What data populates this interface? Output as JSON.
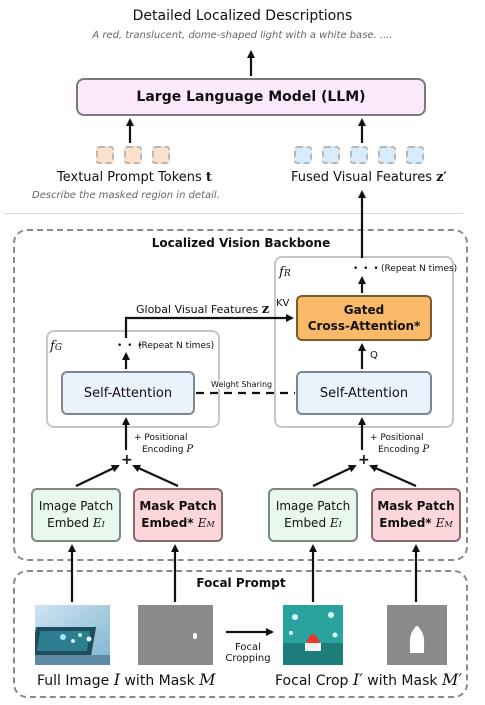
{
  "header": {
    "title": "Detailed Localized Descriptions",
    "example": "A red, translucent, dome-shaped light with a white base. ...."
  },
  "llm": {
    "label": "Large Language Model (LLM)"
  },
  "prompt_tokens": {
    "label": "Textual Prompt Tokens",
    "symbol": "t",
    "example": "Describe the masked region in detail."
  },
  "fused_features": {
    "label": "Fused Visual Features",
    "symbol": "z′"
  },
  "backbone": {
    "title": "Localized Vision Backbone",
    "fg_label": "f",
    "fg_sub": "G",
    "fr_label": "f",
    "fr_sub": "R",
    "repeat_text": "(Repeat N times)",
    "dots": "• • •",
    "self_attention": "Self-Attention",
    "weight_sharing": "Weight Sharing",
    "global_features_label": "Global Visual Features",
    "global_features_symbol": "z",
    "kv": "KV",
    "q": "Q",
    "gated_line1": "Gated",
    "gated_line2": "Cross-Attention*",
    "positional_line1": "Positional",
    "positional_line2": "Encoding",
    "positional_symbol": "P",
    "plus_symbol": "+",
    "image_patch_line1": "Image Patch",
    "image_patch_line2": "Embed",
    "image_patch_symbol": "E",
    "image_patch_sub": "I",
    "mask_patch_line1": "Mask Patch",
    "mask_patch_line2": "Embed*",
    "mask_patch_symbol": "E",
    "mask_patch_sub": "M"
  },
  "focal_prompt": {
    "title": "Focal Prompt",
    "focal_cropping_line1": "Focal",
    "focal_cropping_line2": "Cropping",
    "full_image_text": "Full Image",
    "full_image_symbol": "I",
    "with_mask_text": "with Mask",
    "mask_symbol": "M",
    "focal_crop_text": "Focal Crop",
    "crop_symbol": "I′",
    "crop_mask_text": "with Mask",
    "crop_mask_symbol": "M′"
  },
  "colors": {
    "llm": "#fbe8fb",
    "prompt_tokens": "#fbe1cc",
    "fused_tokens": "#d9ecfb",
    "self_attention": "#eaf2fb",
    "gated_cross_attention": "#f9b969",
    "image_patch": "#e9f8ee",
    "mask_patch": "#fbd7dc"
  }
}
